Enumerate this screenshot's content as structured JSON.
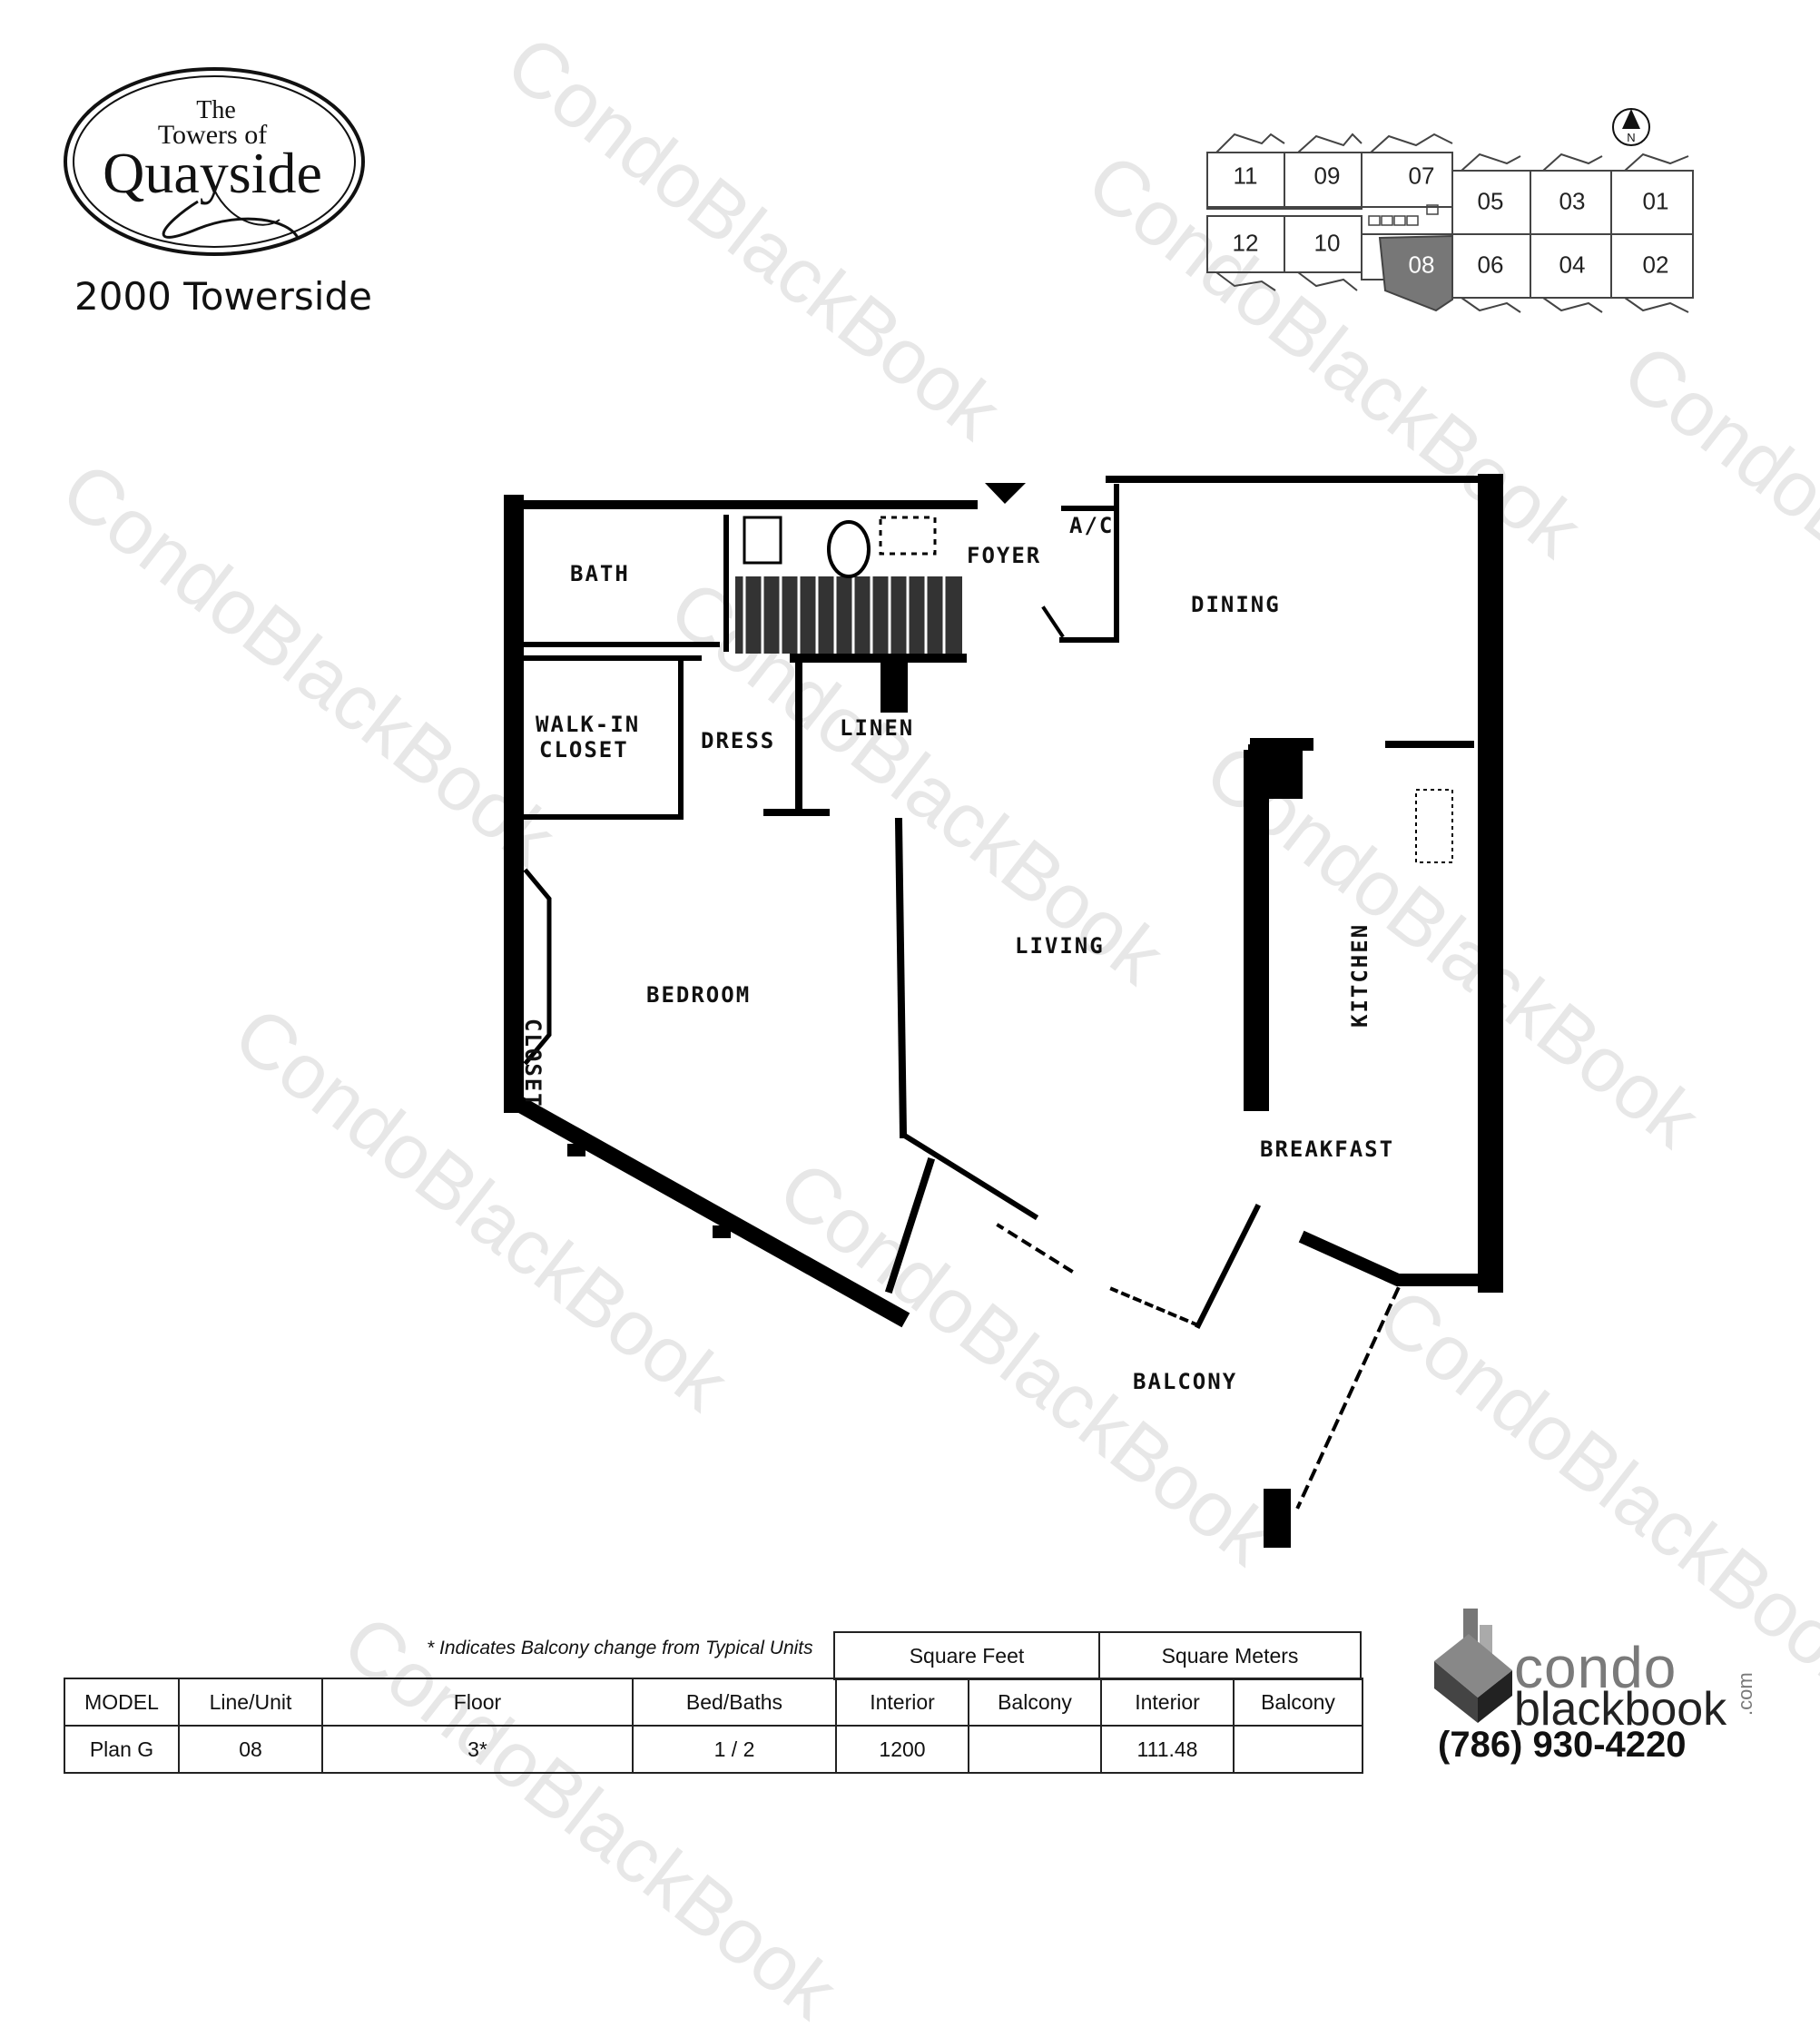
{
  "branding": {
    "logo_line1": "The",
    "logo_line2": "Towers of",
    "logo_line3": "Quayside",
    "building": "2000 Towerside"
  },
  "keyplan": {
    "north": "N",
    "selected_unit": "08",
    "units_top": [
      "11",
      "09",
      "07",
      "05",
      "03",
      "01"
    ],
    "units_bottom": [
      "12",
      "10",
      "08",
      "06",
      "04",
      "02"
    ]
  },
  "rooms": {
    "bath": "BATH",
    "foyer": "FOYER",
    "ac": "A/C",
    "dining": "DINING",
    "walk_in_closet_1": "WALK-IN",
    "walk_in_closet_2": "CLOSET",
    "dress": "DRESS",
    "linen": "LINEN",
    "closet": "CLOSET",
    "bedroom": "BEDROOM",
    "living": "LIVING",
    "kitchen": "KITCHEN",
    "breakfast": "BREAKFAST",
    "balcony": "BALCONY"
  },
  "watermark": "CondoBlackBook",
  "table": {
    "note": "* Indicates Balcony change from Typical Units",
    "group_sqft": "Square Feet",
    "group_sqm": "Square Meters",
    "headers": [
      "MODEL",
      "Line/Unit",
      "Floor",
      "Bed/Baths",
      "Interior",
      "Balcony",
      "Interior",
      "Balcony"
    ],
    "row": [
      "Plan G",
      "08",
      "3*",
      "1 / 2",
      "1200",
      "",
      "111.48",
      ""
    ]
  },
  "brand": {
    "word1": "condo",
    "word2": "blackbook",
    "tld": ".com",
    "phone": "(786) 930-4220"
  }
}
